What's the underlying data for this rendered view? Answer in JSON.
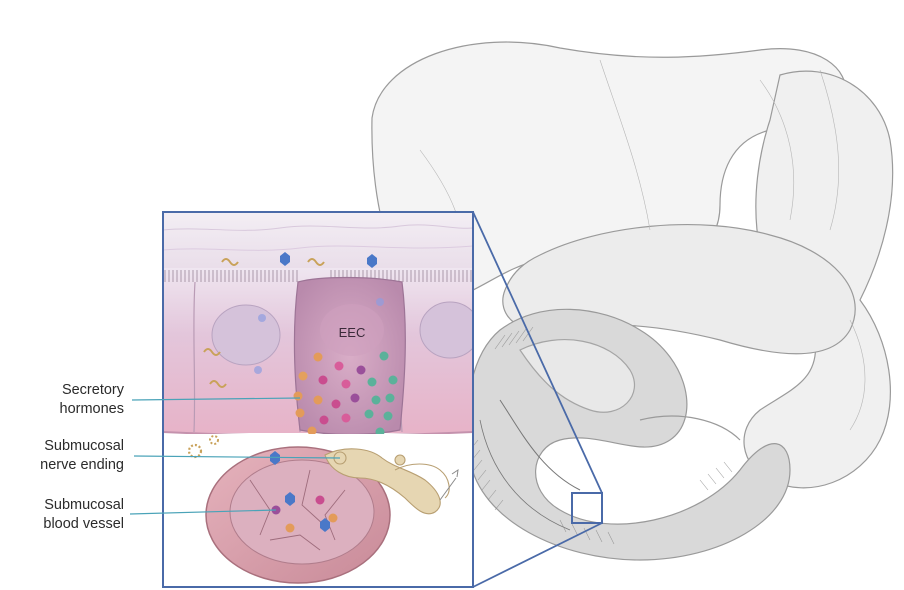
{
  "labels": {
    "eec": "EEC",
    "secretory_line1": "Secretory",
    "secretory_line2": "hormones",
    "nerve_line1": "Submucosal",
    "nerve_line2": "nerve ending",
    "vessel_line1": "Submucosal",
    "vessel_line2": "blood vessel"
  },
  "colors": {
    "inset_border": "#4a6aa8",
    "leader_line": "#4aa3b8",
    "epithelium": "#e7bfd3",
    "eec_cell": "#c99ab8",
    "vessel": "#d79aa8",
    "nerve": "#e6d6b2",
    "organ_stroke": "#9a9a9a"
  }
}
